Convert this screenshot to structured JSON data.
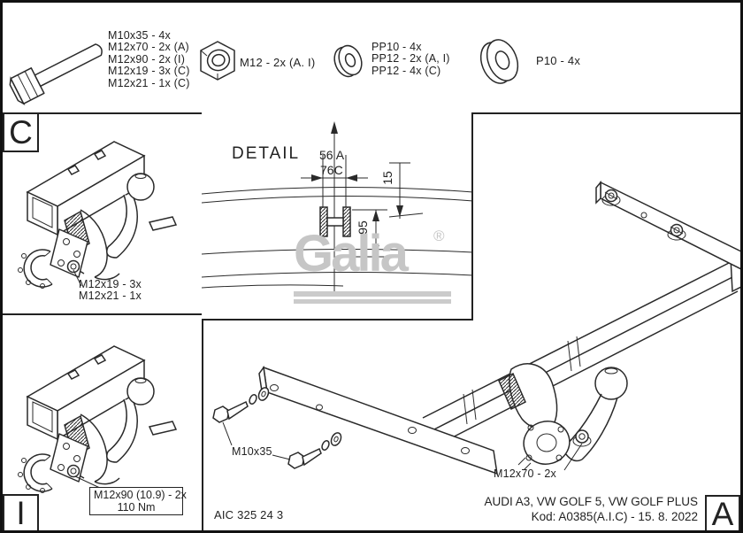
{
  "hardware": {
    "bolt_sizes": [
      "M10x35 - 4x",
      "M12x70 - 2x (A)",
      "M12x90 - 2x (I)",
      "M12x19 - 3x (C)",
      "M12x21 - 1x (C)"
    ],
    "nut_label": "M12 - 2x (A. I)",
    "small_washer_sizes": [
      "PP10 - 4x",
      "PP12 - 2x (A, I)",
      "PP12 - 4x (C)"
    ],
    "large_washer_label": "P10 - 4x"
  },
  "section_c": {
    "marker": "C",
    "note_line1": "M12x19 - 3x",
    "note_line2": "M12x21 - 1x"
  },
  "section_i": {
    "marker": "I",
    "torque_line1": "M12x90 (10.9) - 2x",
    "torque_line2": "110 Nm"
  },
  "detail": {
    "title": "DETAIL",
    "dim_vertical_ref": "56 A",
    "dim_width": "76C",
    "dim_offset": "15",
    "dim_height": "95",
    "watermark": "Galia",
    "registered_mark": "®"
  },
  "main_drawing": {
    "bolt_label": "M10x35",
    "ball_bolt_label": "M12x70 - 2x",
    "marker": "A"
  },
  "title_block": {
    "doc_number": "AIC 325 24 3",
    "vehicles": "AUDI A3, VW GOLF 5, VW GOLF PLUS",
    "code_date": "Kod: A0385(A.I.C) - 15. 8. 2022"
  },
  "colors": {
    "line": "#2a2a2a",
    "watermark_gray": "#c6c6c6",
    "background": "#ffffff"
  }
}
